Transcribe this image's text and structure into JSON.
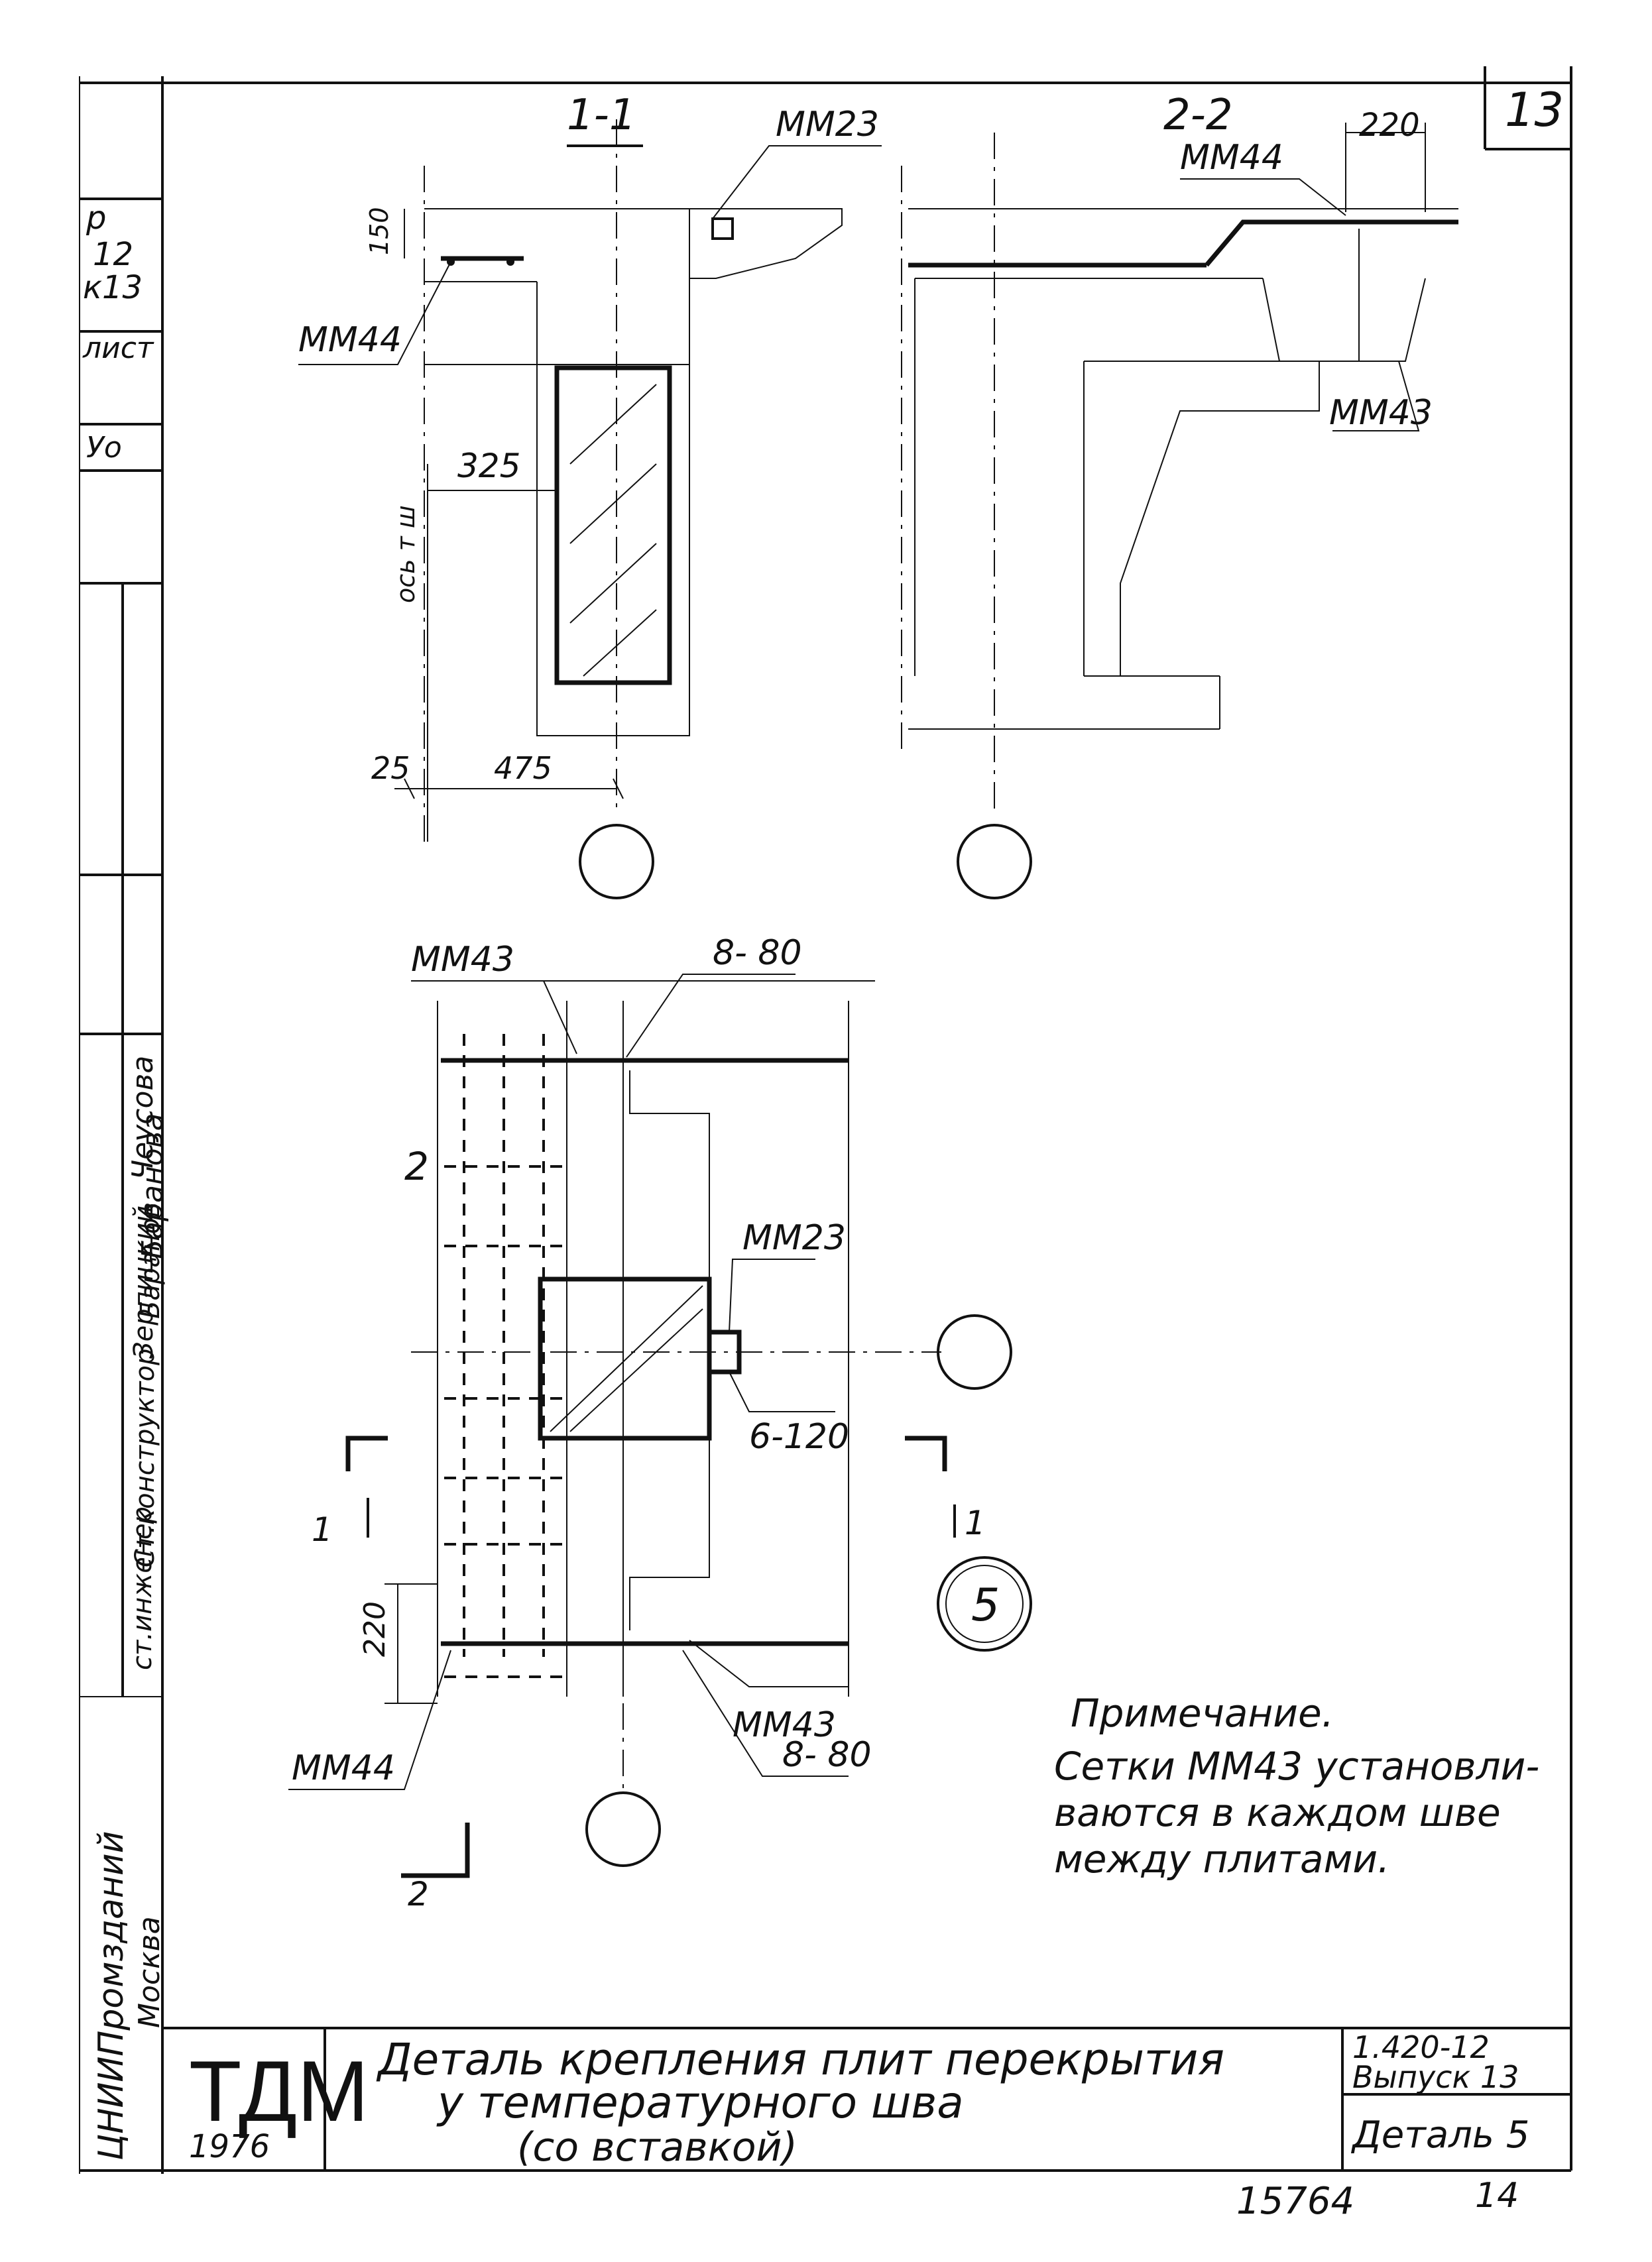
{
  "sheet": {
    "sheet_number": "13",
    "sections": {
      "s1": "1-1",
      "s2": "2-2"
    },
    "left_strip": {
      "p": "р",
      "n12": "12",
      "k13": "к13",
      "list": "лист",
      "yo": "Уо",
      "role_engineer": "ст.инженер",
      "sig_engineer": "Зерпицкий",
      "name_engineer": "Чеусова",
      "role_constructor": "Ст.конструктор",
      "sig_constructor": "Баранов",
      "name_constructor": "Баранова",
      "org": "ЦНИИПромзданий",
      "city": "Москва"
    },
    "labels": {
      "mm23_a": "ММ23",
      "mm44_a": "ММ44",
      "mm44_b": "ММ44",
      "mm43_a": "ММ43",
      "mm43_b": "ММ43",
      "mm43_c": "ММ43",
      "mm23_b": "ММ23",
      "mm44_c": "ММ44",
      "bar_8_80_top": "8- 80",
      "bar_6_120": "6-120",
      "bar_8_80_bot": "8- 80",
      "sec_mark_2": "2",
      "sec_mark_1_left": "1",
      "sec_mark_1_right": "1",
      "sec_mark_2_bottom": "2",
      "axis_label": "ось т ш"
    },
    "dims": {
      "d150": "150",
      "d325": "325",
      "d25": "25",
      "d475": "475",
      "d220_top": "220",
      "d220_left": "220"
    },
    "detail_number": "5",
    "note": {
      "title": "Примечание.",
      "line1": "Сетки ММ43 установли-",
      "line2": "ваются в каждом шве",
      "line3": "между плитами."
    },
    "title_block": {
      "logo": "ТДМ",
      "year": "1976",
      "title_line1": "Деталь крепления плит перекрытия",
      "title_line2": "у температурного шва",
      "title_line3": "(со вставкой)",
      "series": "1.420-12",
      "issue": "Выпуск 13",
      "detail": "Деталь 5",
      "inv_number": "15764",
      "page": "14"
    }
  }
}
